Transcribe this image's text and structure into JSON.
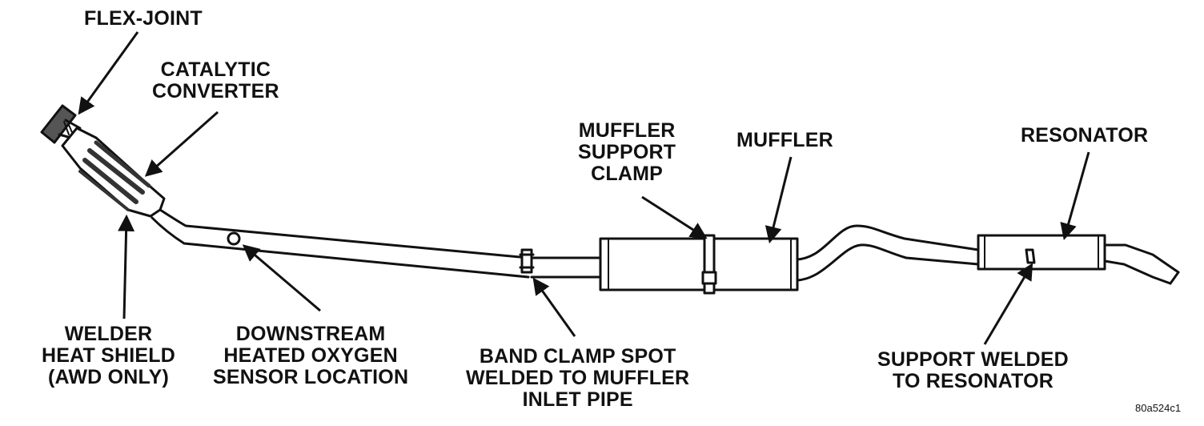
{
  "labels": {
    "flex_joint": "FLEX-JOINT",
    "catalytic_converter": [
      "CATALYTIC",
      "CONVERTER"
    ],
    "muffler_support_clamp": [
      "MUFFLER",
      "SUPPORT",
      "CLAMP"
    ],
    "muffler": "MUFFLER",
    "resonator": "RESONATOR",
    "welder_heat_shield": [
      "WELDER",
      "HEAT SHIELD",
      "(AWD ONLY)"
    ],
    "downstream_sensor": [
      "DOWNSTREAM",
      "HEATED OXYGEN",
      "SENSOR LOCATION"
    ],
    "band_clamp": [
      "BAND CLAMP SPOT",
      "WELDED TO MUFFLER",
      "INLET PIPE"
    ],
    "support_welded": [
      "SUPPORT WELDED",
      "TO RESONATOR"
    ]
  },
  "figure_code": "80a524c1",
  "colors": {
    "ink": "#111111",
    "paper": "#ffffff"
  }
}
